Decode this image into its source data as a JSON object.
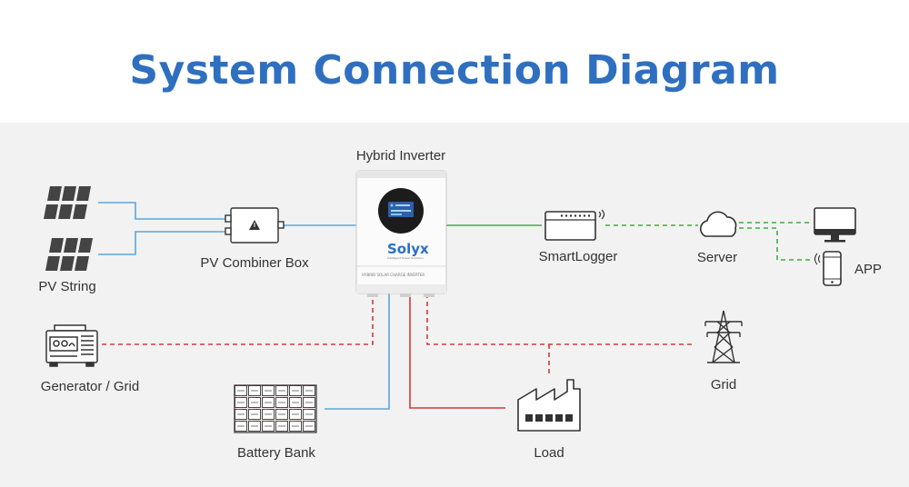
{
  "title": "System Connection Diagram",
  "labels": {
    "pv_string": "PV String",
    "pv_combiner_box": "PV Combiner Box",
    "hybrid_inverter": "Hybrid Inverter",
    "smartlogger": "SmartLogger",
    "server": "Server",
    "app": "APP",
    "generator_grid": "Generator / Grid",
    "battery_bank": "Battery Bank",
    "load": "Load",
    "grid": "Grid"
  },
  "inverter": {
    "brand": "Solyx",
    "brand_tagline": "Intelligent Power Solutions",
    "model_text": "HYBRID SOLAR CHARGE INVERTER"
  },
  "colors": {
    "title": "#2f6fc0",
    "panel_bg": "#f2f2f2",
    "dc_line": "#5aa7d9",
    "ac_line": "#d23a3a",
    "comm_line": "#3fae3f",
    "icon": "#333333",
    "brand_blue": "#2a6fc9"
  },
  "icons": [
    "solar-panel-icon",
    "combiner-box-icon",
    "inverter-icon",
    "smartlogger-icon",
    "cloud-icon",
    "monitor-icon",
    "smartphone-icon",
    "generator-icon",
    "battery-icon",
    "factory-icon",
    "transmission-tower-icon"
  ]
}
